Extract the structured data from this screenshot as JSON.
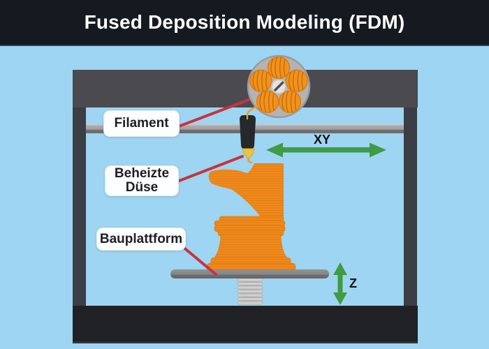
{
  "header": {
    "title": "Fused Deposition Modeling (FDM)"
  },
  "diagram": {
    "labels": {
      "filament": "Filament",
      "heated_nozzle": "Beheizte Düse",
      "build_platform": "Bauplattform"
    },
    "axis_labels": {
      "xy": "XY",
      "z": "Z"
    },
    "colors": {
      "background_blue": "#9ED5F2",
      "header_bg": "#151A21",
      "header_text": "#FFFFFF",
      "frame_top_bar": "#4A4A4F",
      "frame_columns": "#3B3E44",
      "frame_bottom_bar": "#1F2125",
      "print_orange": "#F0891E",
      "filament_orange": "#F2921D",
      "arrow_green": "#3F9B45",
      "leader_red": "#C53440",
      "nozzle_gold": "#ECC244",
      "label_bg": "#FDFEFF"
    }
  }
}
